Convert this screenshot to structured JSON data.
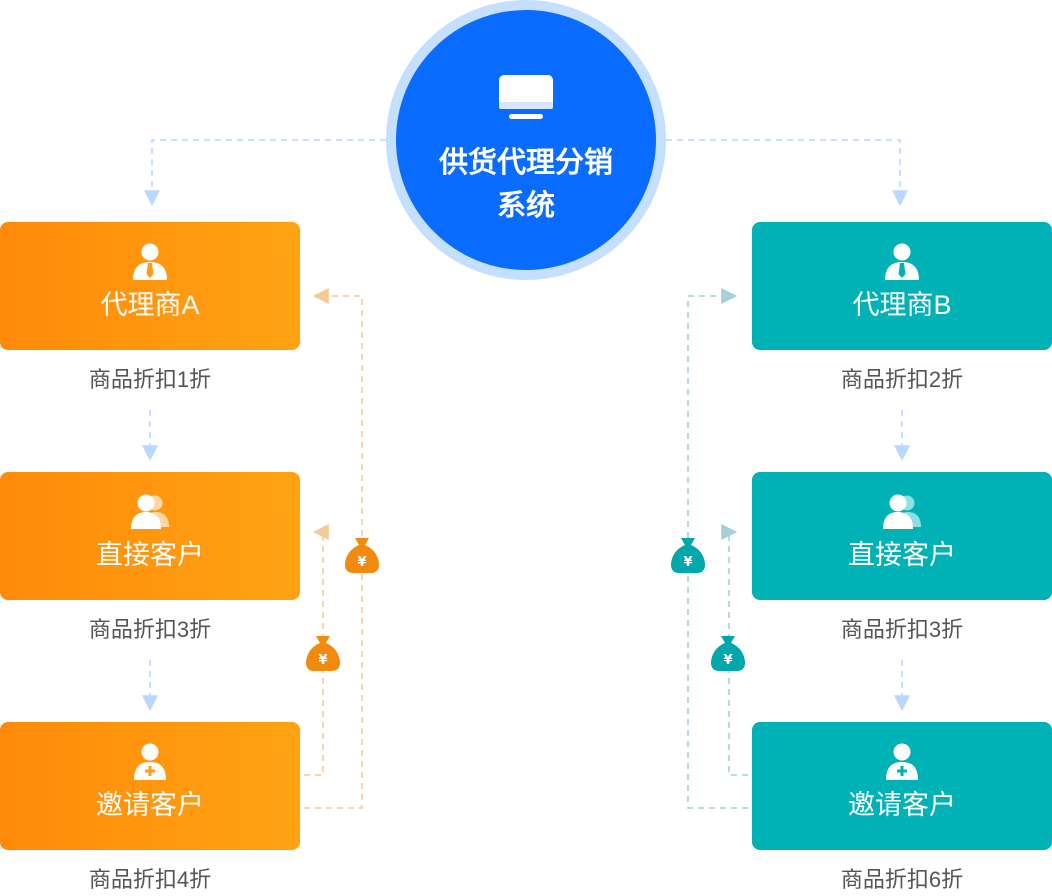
{
  "center": {
    "icon": "monitor-icon",
    "title": "供货代理分销系统",
    "color": "#0a6cff",
    "ring_color": "#c5dfff"
  },
  "colors": {
    "agent_a_branch": "#ff8a0a",
    "agent_b_branch": "#00b2b6",
    "down_arrow": "#b9d8ff",
    "orange_return": "#f7c994",
    "teal_return": "#a6d0d6"
  },
  "branches": {
    "a": {
      "agent": {
        "label": "代理商A",
        "icon": "agent-icon",
        "caption": "商品折扣1折"
      },
      "direct": {
        "label": "直接客户",
        "icon": "group-icon",
        "caption": "商品折扣3折"
      },
      "invited": {
        "label": "邀请客户",
        "icon": "add-user-icon",
        "caption": "商品折扣4折"
      }
    },
    "b": {
      "agent": {
        "label": "代理商B",
        "icon": "agent-icon",
        "caption": "商品折扣2折"
      },
      "direct": {
        "label": "直接客户",
        "icon": "group-icon",
        "caption": "商品折扣3折"
      },
      "invited": {
        "label": "邀请客户",
        "icon": "add-user-icon",
        "caption": "商品折扣6折"
      }
    }
  },
  "money_bag_symbol": "¥"
}
